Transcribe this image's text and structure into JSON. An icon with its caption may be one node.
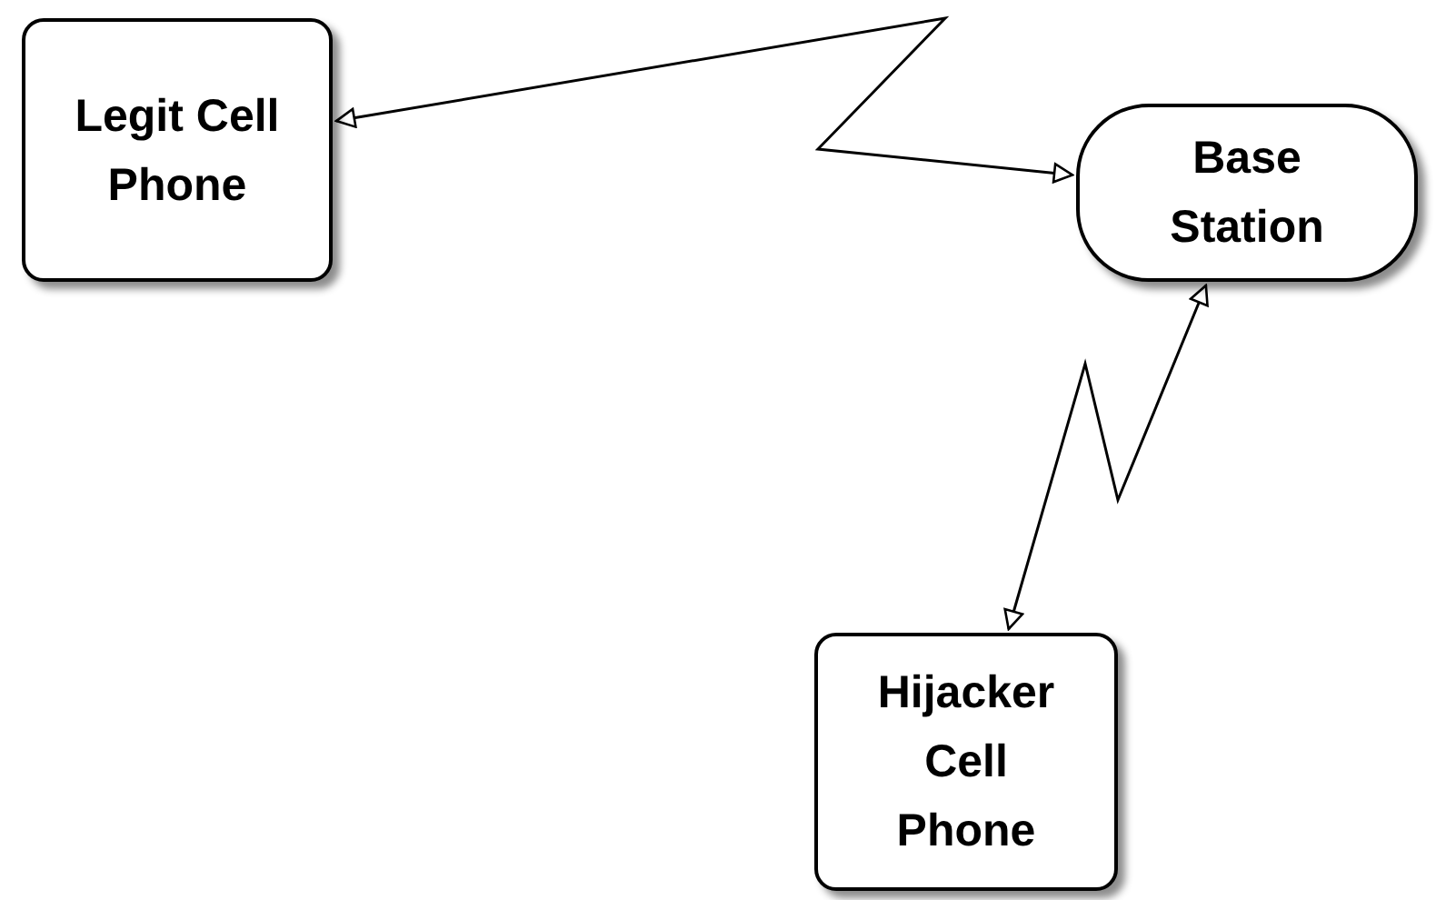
{
  "diagram": {
    "nodes": [
      {
        "text": [
          "Legit Cell Phone"
        ]
      },
      {
        "text": [
          "Base Station"
        ]
      },
      {
        "text": [
          "Hijacker Cell Phone"
        ]
      }
    ],
    "edges": [
      {
        "from": 0,
        "to": 1,
        "arrow": "both"
      },
      {
        "from": 1,
        "to": 2,
        "arrow": "both"
      }
    ]
  }
}
